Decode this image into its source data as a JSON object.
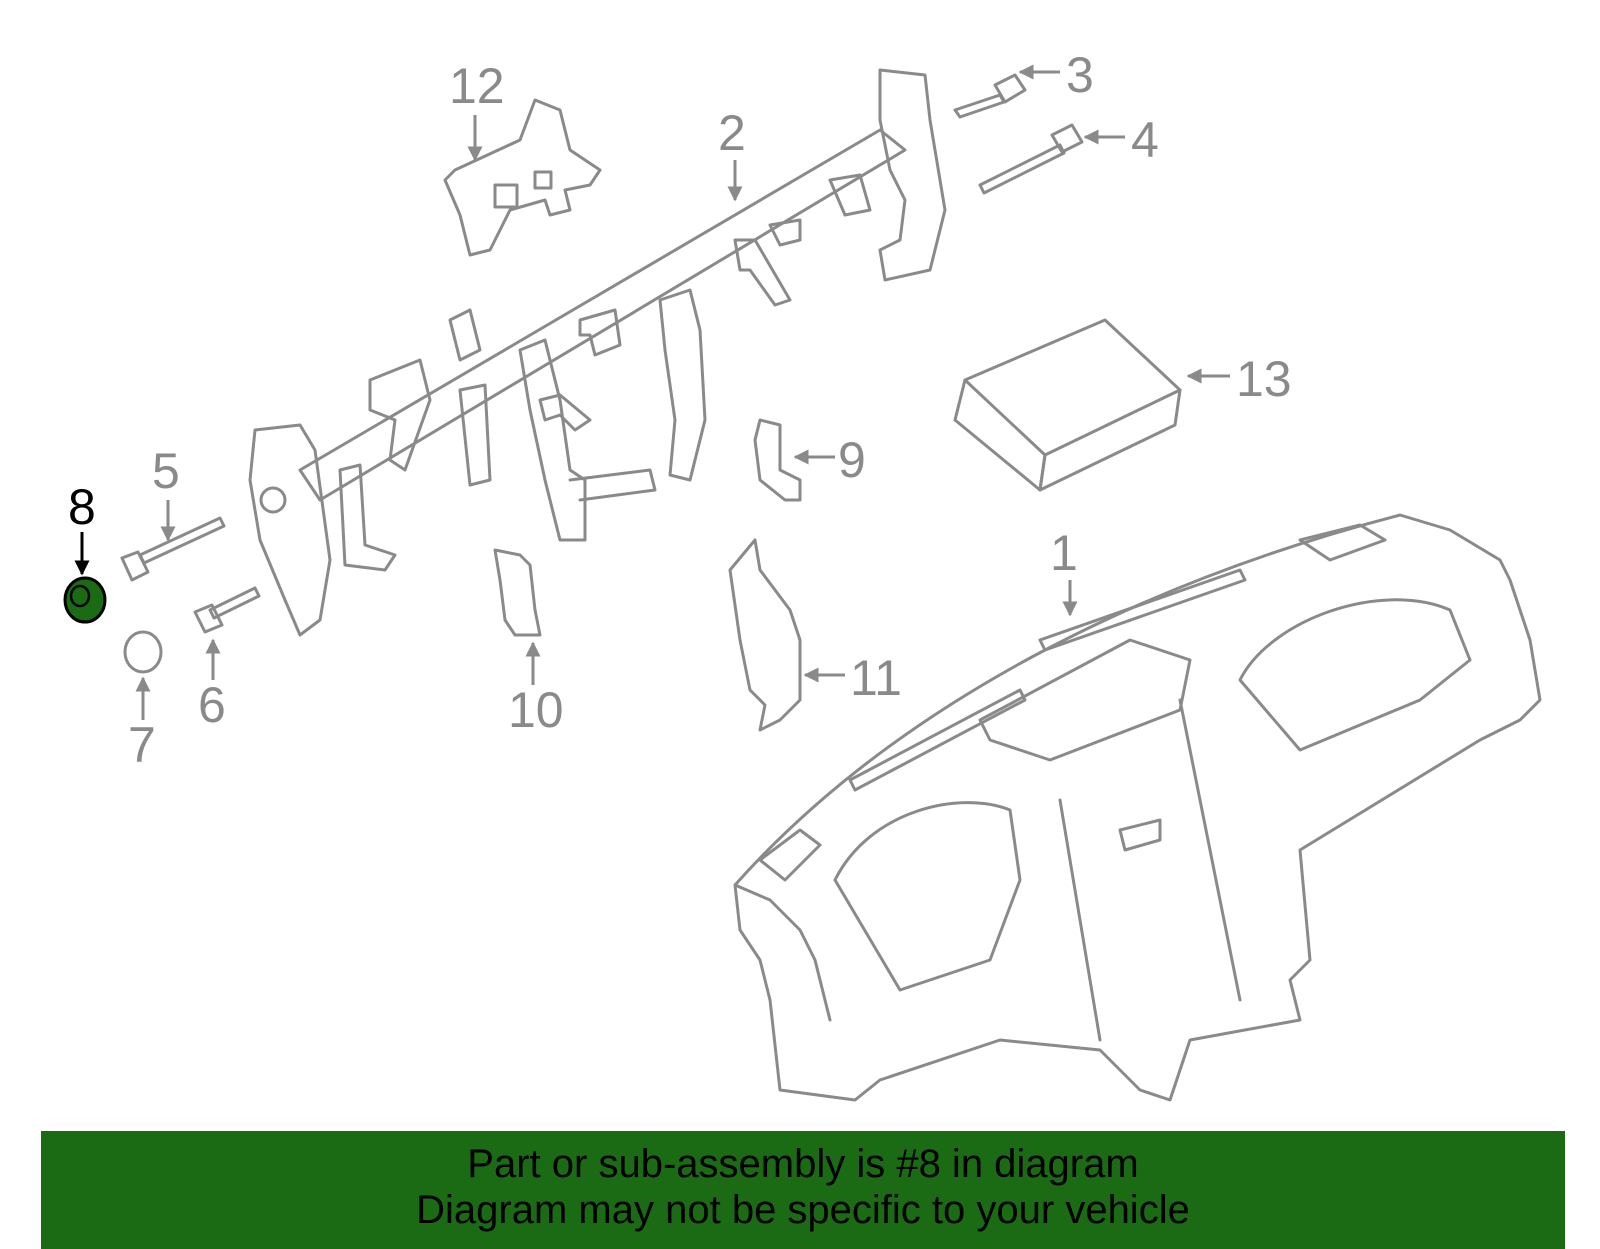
{
  "diagram": {
    "callouts": [
      "1",
      "2",
      "3",
      "4",
      "5",
      "6",
      "7",
      "8",
      "9",
      "10",
      "11",
      "12",
      "13"
    ],
    "highlighted_part": "8",
    "colors": {
      "line": "#8a8a8a",
      "highlight_fill": "#1a6b14",
      "highlight_text": "#000000",
      "banner_bg": "#1a6b14"
    }
  },
  "banner": {
    "line1": "Part or sub-assembly is #8 in diagram",
    "line2": "Diagram may not be specific to your vehicle"
  }
}
